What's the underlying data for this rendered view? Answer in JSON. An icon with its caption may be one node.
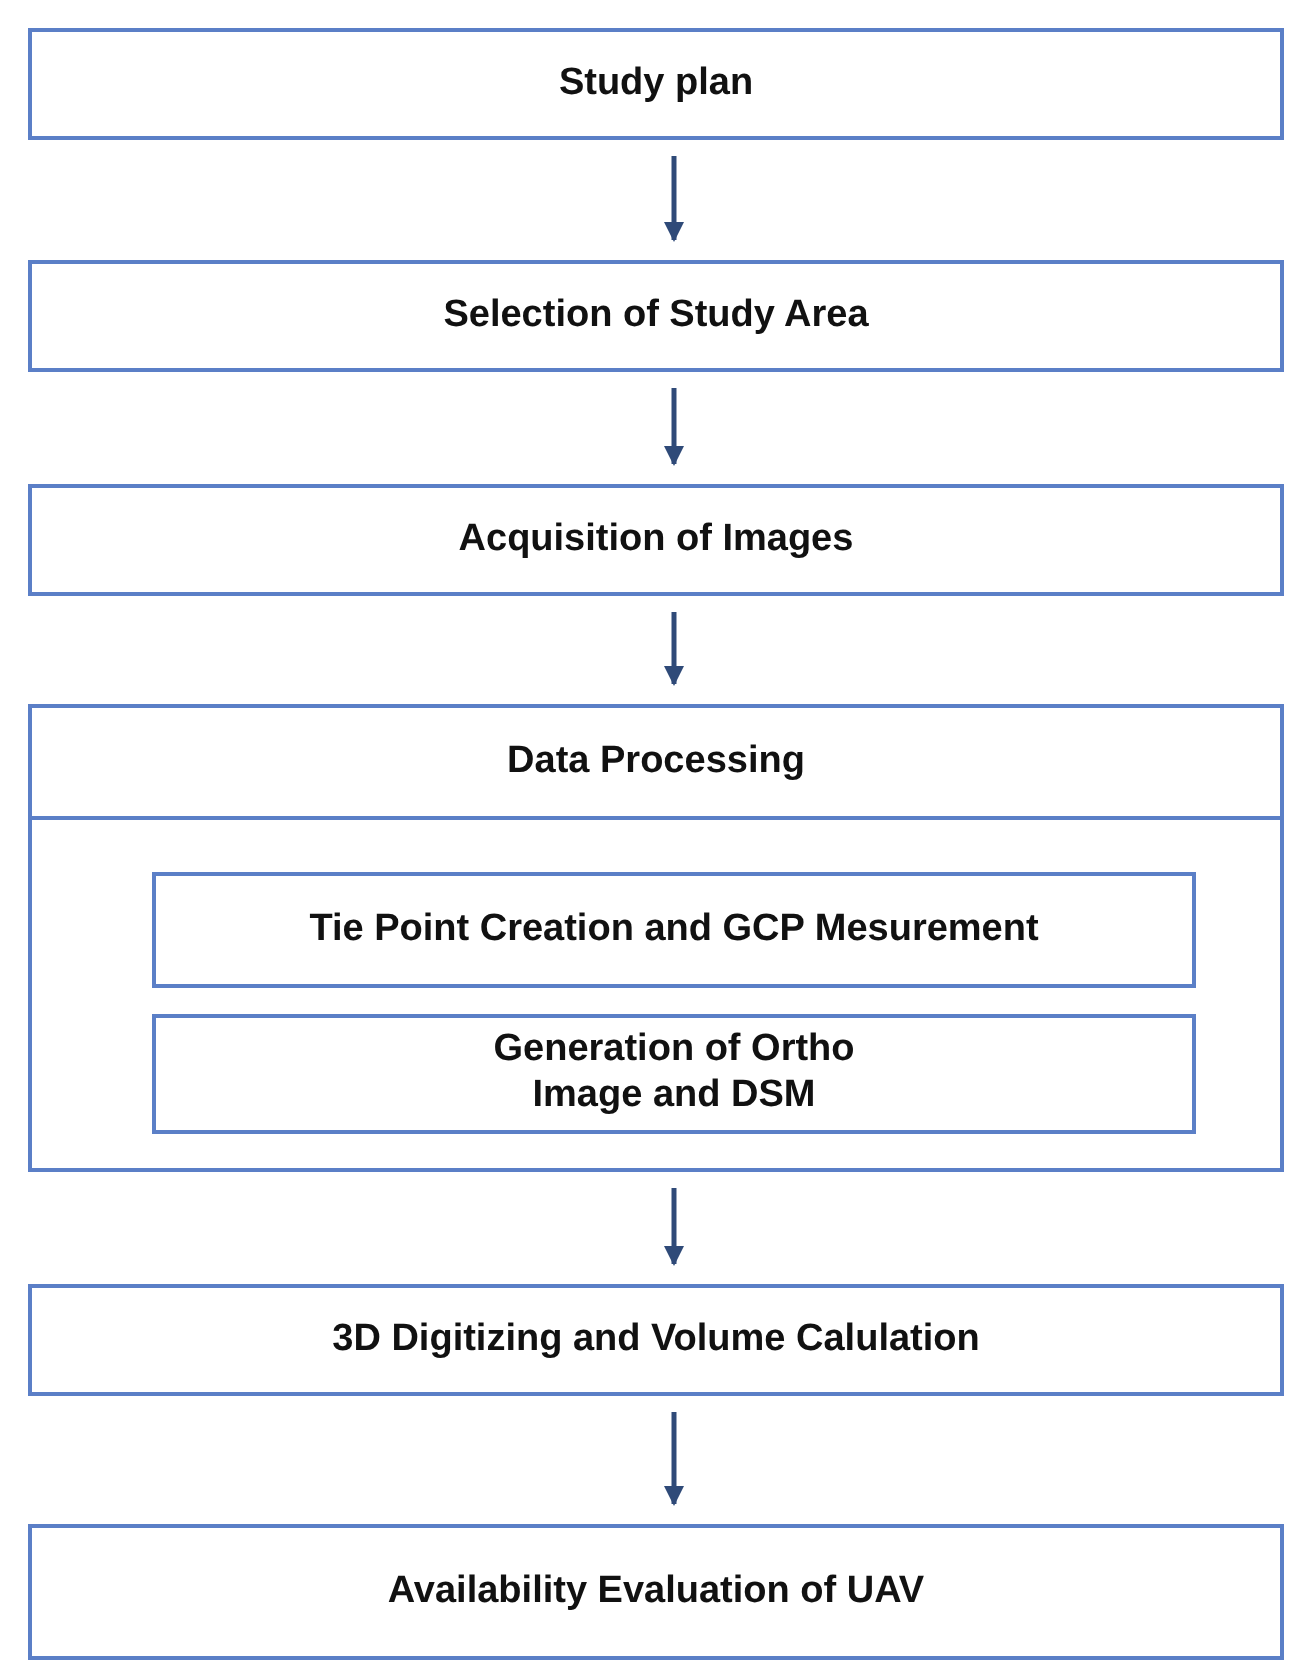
{
  "diagram": {
    "nodes": [
      {
        "text": [
          "Study plan"
        ]
      },
      {
        "text": [
          "Selection of Study Area"
        ]
      },
      {
        "text": [
          "Acquisition of Images"
        ]
      },
      {
        "text": [
          "Data Processing"
        ]
      },
      {
        "text": [
          "Tie Point Creation and GCP Mesurement"
        ],
        "in": 3
      },
      {
        "text": [
          "Generation of Ortho Image and DSM"
        ],
        "in": 3
      },
      {
        "text": [
          "3D Digitizing and Volume Calulation"
        ]
      },
      {
        "text": [
          "Availability Evaluation of UAV"
        ]
      }
    ],
    "edges": [
      {
        "from": 0,
        "to": 1,
        "arrow": "to"
      },
      {
        "from": 1,
        "to": 2,
        "arrow": "to"
      },
      {
        "from": 2,
        "to": 3,
        "arrow": "to"
      },
      {
        "from": 3,
        "to": 6,
        "arrow": "to"
      },
      {
        "from": 6,
        "to": 7,
        "arrow": "to"
      }
    ]
  }
}
